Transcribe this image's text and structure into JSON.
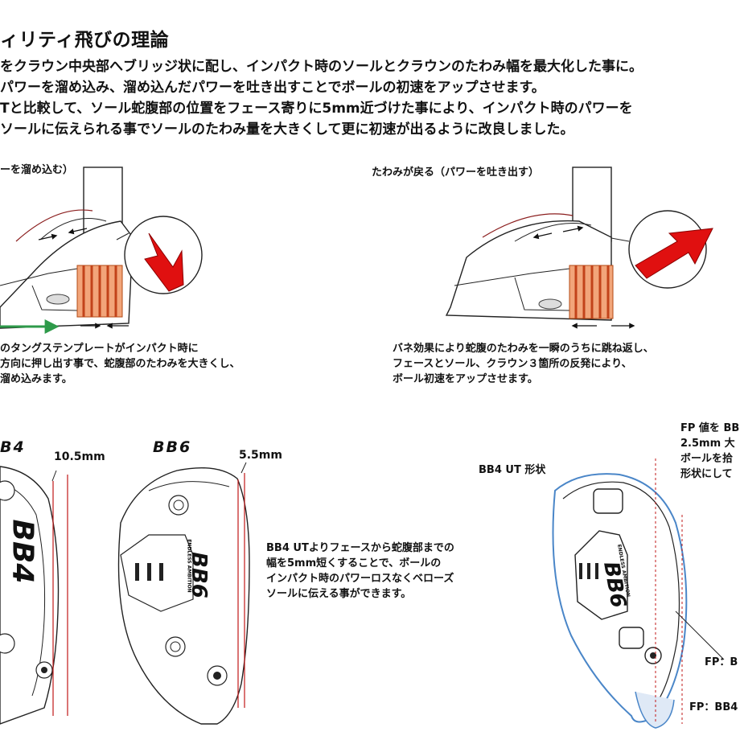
{
  "title": "ィリティ飛びの理論",
  "intro": {
    "lines": [
      "をクラウン中央部へブリッジ状に配し、インパクト時のソールとクラウンのたわみ幅を最大化した事に。",
      "パワーを溜め込み、溜め込んだパワーを吐き出すことでボールの初速をアップさせます。",
      "Tと比較して、ソール蛇腹部の位置をフェース寄りに5mm近づけた事により、インパクト時のパワーを",
      "ソールに伝えられる事でソールのたわみ量を大きくして更に初速が出るように改良しました。"
    ]
  },
  "top_left": {
    "caption": "ーを溜め込む）",
    "text_lines": [
      "のタングステンプレートがインパクト時に",
      "方向に押し出す事で、蛇腹部のたわみを大きくし、",
      "溜め込みます。"
    ]
  },
  "top_right": {
    "caption": "たわみが戻る（パワーを吐き出す）",
    "text_lines": [
      "バネ効果により蛇腹のたわみを一瞬のうちに跳ね返し、",
      "フェースとソール、クラウン３箇所の反発により、",
      "ボール初速をアップさせます。"
    ]
  },
  "bottom_left": {
    "model_left": "B4",
    "model_right": "BB6",
    "measure_left": "10.5mm",
    "measure_right": "5.5mm",
    "sole_text_left": "BB4",
    "sole_text_right": "BB6",
    "sole_small": "ENDLESS AMBITION",
    "text_lines": [
      "BB4 UTよりフェースから蛇腹部までの",
      "幅を5mm短くすることで、ボールの",
      "インパクト時のパワーロスなくベローズ",
      "ソールに伝える事ができます。"
    ]
  },
  "bottom_right": {
    "shape_label": "BB4 UT 形状",
    "note_lines": [
      "FP 値を BB",
      "2.5mm 大",
      "ボールを拾",
      "形状にして"
    ],
    "fp1": "FP：B",
    "fp2": "FP：BB4",
    "sole_text": "BB6",
    "sole_small": "ENDLESS AMBITION"
  },
  "colors": {
    "arrow_red": "#e01010",
    "bellows_orange": "#e06a2a",
    "green_arrow": "#2e9a4a",
    "outline_blue": "#4a86c8",
    "accent_red": "#c01818"
  }
}
